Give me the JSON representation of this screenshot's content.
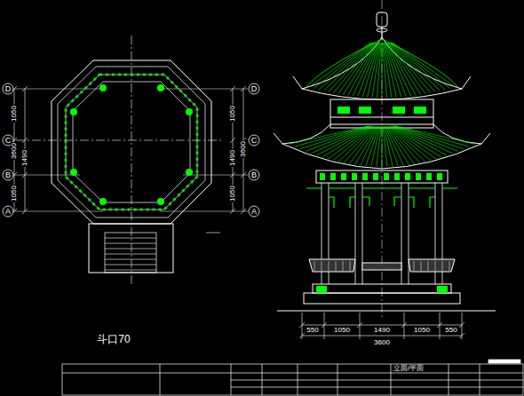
{
  "diagram": {
    "nodes": [
      {
        "text": [
          "D"
        ]
      },
      {
        "text": [
          "C"
        ]
      },
      {
        "text": [
          "B"
        ]
      },
      {
        "text": [
          "A"
        ]
      },
      {
        "text": [
          "D"
        ]
      },
      {
        "text": [
          "C"
        ]
      },
      {
        "text": [
          "B"
        ]
      },
      {
        "text": [
          "A"
        ]
      }
    ],
    "edges": [],
    "labels": [
      "1050",
      "3600",
      "1490",
      "1050",
      "1050",
      "1490",
      "3600",
      "1050",
      "550",
      "1050",
      "1490",
      "1050",
      "550",
      "3600",
      "斗口70",
      "立面/平面"
    ]
  }
}
